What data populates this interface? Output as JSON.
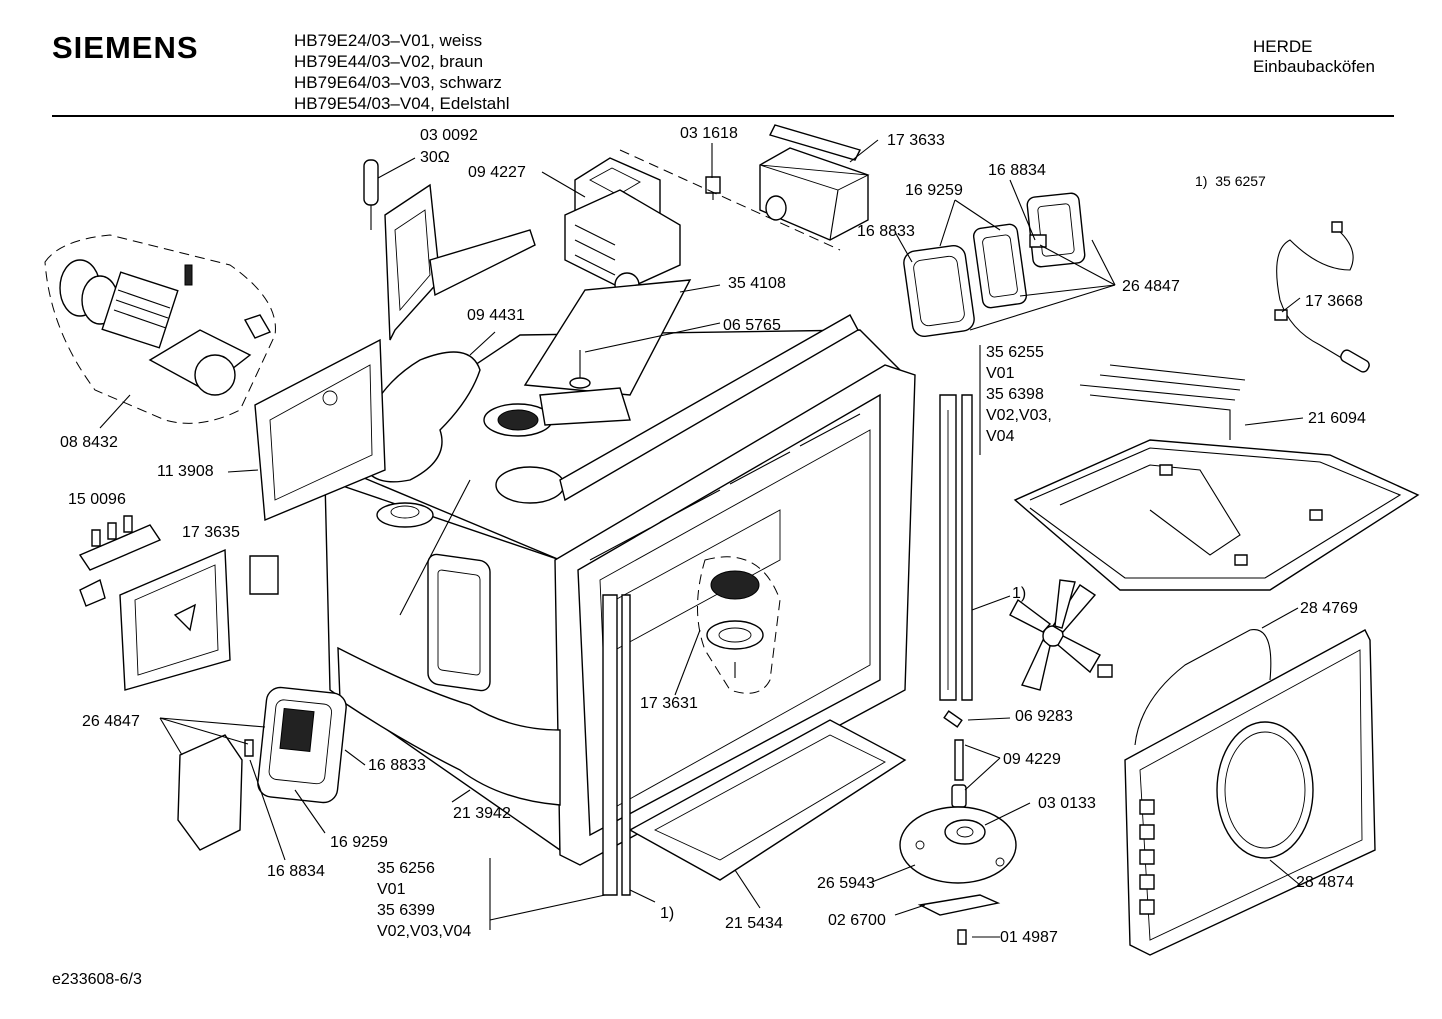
{
  "header": {
    "brand": "SIEMENS",
    "models": [
      "HB79E24/03–V01, weiss",
      "HB79E44/03–V02, braun",
      "HB79E64/03–V03, schwarz",
      "HB79E54/03–V04, Edelstahl"
    ],
    "category_line1": "HERDE",
    "category_line2": "Einbaubacköfen"
  },
  "footer": {
    "doc_id": "e233608-6/3"
  },
  "footnote": {
    "marker": "1)",
    "part": "35 6257"
  },
  "labels": {
    "p030092": "03 0092",
    "p30ohm": "30Ω",
    "p094227": "09 4227",
    "p031618": "03 1618",
    "p173633": "17 3633",
    "p168834_top": "16 8834",
    "p169259_top": "16 9259",
    "p168833_top": "16 8833",
    "p264847_top": "26 4847",
    "p173668": "17 3668",
    "p354108": "35 4108",
    "p094431": "09 4431",
    "p065765": "06 5765",
    "p088432": "08 8432",
    "p113908": "11 3908",
    "p150096": "15 0096",
    "p173635": "17 3635",
    "p216094": "21 6094",
    "p284769": "28 4769",
    "p1_right": "1)",
    "p264847_left": "26 4847",
    "p168833_left": "16 8833",
    "p169259_left": "16 9259",
    "p168834_left": "16 8834",
    "p213942": "21 3942",
    "p173631": "17 3631",
    "p069283": "06 9283",
    "p094229": "09 4229",
    "p030133": "03 0133",
    "p265943": "26 5943",
    "p026700": "02 6700",
    "p014987": "01 4987",
    "p215434": "21 5434",
    "p1_bottom": "1)",
    "p284874": "28 4874"
  },
  "stacks": {
    "right_door_seal": [
      "35 6255",
      "V01",
      "35 6398",
      "V02,V03,",
      "V04"
    ],
    "left_door_seal": [
      "35 6256",
      "V01",
      "35 6399",
      "V02,V03,V04"
    ]
  }
}
